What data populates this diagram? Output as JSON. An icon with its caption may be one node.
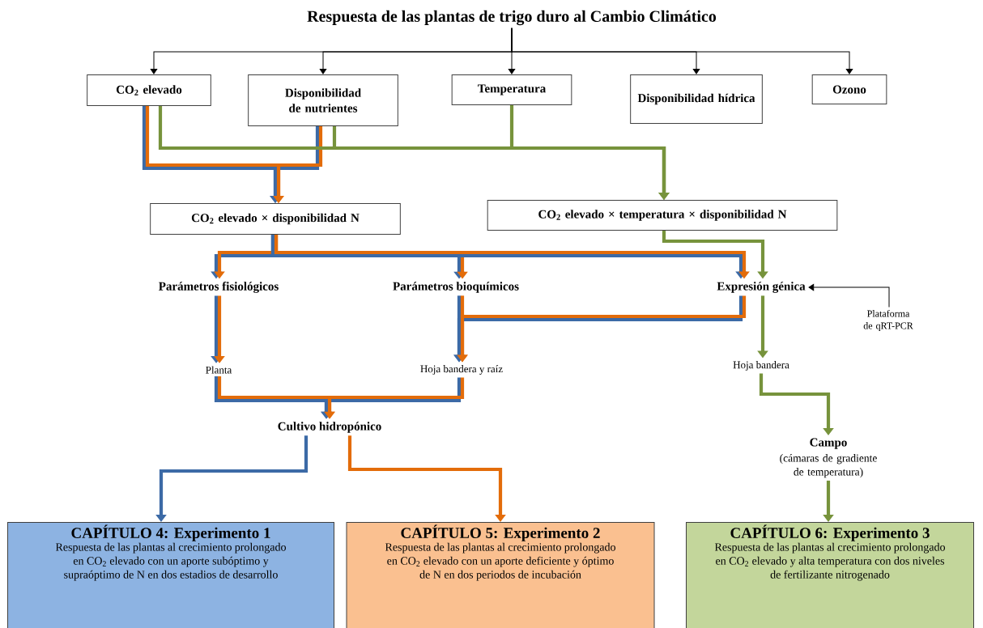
{
  "diagram": {
    "nodes": [
      {
        "text": [
          "Respuesta de las plantas de trigo duro al Cambio Climático"
        ]
      },
      {
        "text": [
          "CO$_{2}$ elevado"
        ]
      },
      {
        "text": [
          "Disponibilidad de nutrientes"
        ]
      },
      {
        "text": [
          "Temperatura"
        ]
      },
      {
        "text": [
          "Disponibilidad hídrica"
        ]
      },
      {
        "text": [
          "Ozono"
        ]
      },
      {
        "text": [
          "CO$_{2}$ elevado × disponibilidad N"
        ]
      },
      {
        "text": [
          "CO$_{2}$ elevado × temperatura × disponibilidad N"
        ]
      },
      {
        "text": [
          "Parámetros fisiológicos"
        ]
      },
      {
        "text": [
          "Parámetros bioquímicos"
        ]
      },
      {
        "text": [
          "Expresión génica"
        ]
      },
      {
        "text": [
          "Plataforma de qRT-PCR"
        ]
      },
      {
        "text": [
          "Planta"
        ]
      },
      {
        "text": [
          "Hoja bandera y raíz"
        ]
      },
      {
        "text": [
          "Hoja bandera"
        ]
      },
      {
        "text": [
          "Cultivo hidropónico"
        ]
      },
      {
        "text": [
          "Campo",
          "(cámaras de gradiente de temperatura)"
        ]
      },
      {
        "text": [
          "CAPÍTULO 4: Experimento 1",
          "Respuesta de las plantas al crecimiento prolongado en CO$_{2}$ elevado con un aporte subóptimo y supraóptimo de N en dos estadios de desarrollo"
        ]
      },
      {
        "text": [
          "CAPÍTULO 5: Experimento 2",
          "Respuesta de las plantas al crecimiento prolongado en CO$_{2}$ elevado con un aporte deficiente y óptimo de N en dos periodos de incubación"
        ]
      },
      {
        "text": [
          "CAPÍTULO 6: Experimento 3",
          "Respuesta de las plantas al crecimiento prolongado en CO$_{2}$ elevado y alta temperatura con dos niveles de fertilizante nitrogenado"
        ]
      }
    ],
    "edges": [
      {
        "from": 0,
        "to": 1,
        "arrow": "to",
        "color": "#000000"
      },
      {
        "from": 0,
        "to": 2,
        "arrow": "to",
        "color": "#000000"
      },
      {
        "from": 0,
        "to": 3,
        "arrow": "to",
        "color": "#000000"
      },
      {
        "from": 0,
        "to": 4,
        "arrow": "to",
        "color": "#000000"
      },
      {
        "from": 0,
        "to": 5,
        "arrow": "to",
        "color": "#000000"
      },
      {
        "from": 1,
        "to": 6,
        "arrow": "to",
        "color": "#3c6aa6"
      },
      {
        "from": 1,
        "to": 6,
        "arrow": "to",
        "color": "#e36c0a"
      },
      {
        "from": 2,
        "to": 6,
        "arrow": "to",
        "color": "#3c6aa6"
      },
      {
        "from": 2,
        "to": 6,
        "arrow": "to",
        "color": "#e36c0a"
      },
      {
        "from": 1,
        "to": 7,
        "arrow": "to",
        "color": "#77933c"
      },
      {
        "from": 2,
        "to": 7,
        "arrow": "to",
        "color": "#77933c"
      },
      {
        "from": 3,
        "to": 7,
        "arrow": "to",
        "color": "#77933c"
      },
      {
        "from": 6,
        "to": 8,
        "arrow": "to",
        "color": "#3c6aa6"
      },
      {
        "from": 6,
        "to": 8,
        "arrow": "to",
        "color": "#e36c0a"
      },
      {
        "from": 6,
        "to": 9,
        "arrow": "to",
        "color": "#3c6aa6"
      },
      {
        "from": 6,
        "to": 9,
        "arrow": "to",
        "color": "#e36c0a"
      },
      {
        "from": 6,
        "to": 10,
        "arrow": "to",
        "color": "#3c6aa6"
      },
      {
        "from": 6,
        "to": 10,
        "arrow": "to",
        "color": "#e36c0a"
      },
      {
        "from": 7,
        "to": 10,
        "arrow": "to",
        "color": "#77933c"
      },
      {
        "from": 8,
        "to": 12,
        "arrow": "to",
        "color": "#3c6aa6"
      },
      {
        "from": 8,
        "to": 12,
        "arrow": "to",
        "color": "#e36c0a"
      },
      {
        "from": 9,
        "to": 13,
        "arrow": "to",
        "color": "#3c6aa6"
      },
      {
        "from": 9,
        "to": 13,
        "arrow": "to",
        "color": "#e36c0a"
      },
      {
        "from": 10,
        "to": 13,
        "arrow": "to",
        "color": "#3c6aa6"
      },
      {
        "from": 10,
        "to": 13,
        "arrow": "to",
        "color": "#e36c0a"
      },
      {
        "from": 10,
        "to": 14,
        "arrow": "to",
        "color": "#77933c"
      },
      {
        "from": 11,
        "to": 10,
        "arrow": "to",
        "color": "#000000"
      },
      {
        "from": 12,
        "to": 15,
        "arrow": "to",
        "color": "#3c6aa6"
      },
      {
        "from": 12,
        "to": 15,
        "arrow": "to",
        "color": "#e36c0a"
      },
      {
        "from": 13,
        "to": 15,
        "arrow": "to",
        "color": "#3c6aa6"
      },
      {
        "from": 13,
        "to": 15,
        "arrow": "to",
        "color": "#e36c0a"
      },
      {
        "from": 15,
        "to": 17,
        "arrow": "to",
        "color": "#3c6aa6"
      },
      {
        "from": 15,
        "to": 18,
        "arrow": "to",
        "color": "#e36c0a"
      },
      {
        "from": 14,
        "to": 16,
        "arrow": "to",
        "color": "#77933c"
      },
      {
        "from": 16,
        "to": 19,
        "arrow": "to",
        "color": "#77933c"
      }
    ]
  }
}
